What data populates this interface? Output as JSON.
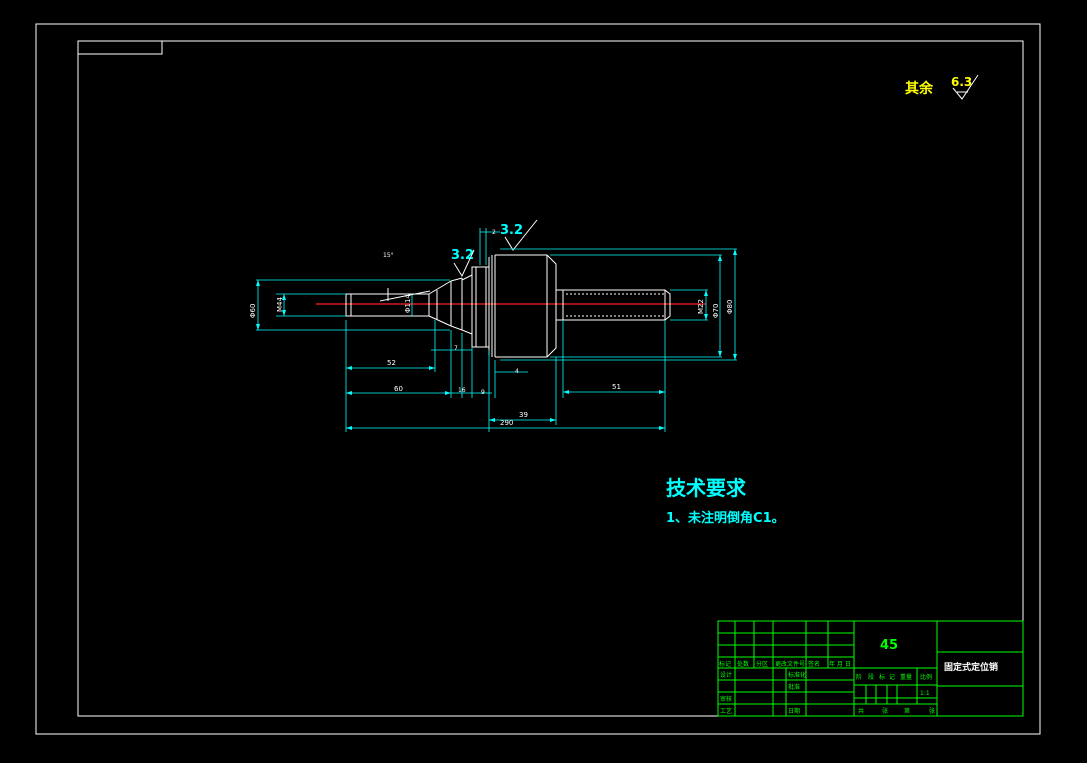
{
  "surface": {
    "label": "其余",
    "value": "6.3"
  },
  "roughness_marks": [
    "3.2",
    "3.2"
  ],
  "dimensions": {
    "angle": "15°",
    "d_left_outer": "Φ60",
    "d_left_inner": "M44",
    "d_cone": "Φ114",
    "d_right_small": "M22",
    "d_right_mid": "Φ70",
    "d_right_big": "Φ80",
    "top_gap": "2",
    "len_52": "52",
    "len_7": "7",
    "len_4": "4",
    "len_60": "60",
    "len_16": "16",
    "len_9": "9",
    "len_51": "51",
    "len_39": "39",
    "len_total": "290"
  },
  "tech": {
    "title": "技术要求",
    "item1": "1、未注明倒角C1。"
  },
  "title_block": {
    "material": "45",
    "part_name": "固定式定位销",
    "scale": "1:1",
    "header_cells": [
      "标记",
      "处数",
      "分区",
      "更改文件号",
      "签名",
      "年 月 日"
    ],
    "row_labels": [
      "设计",
      "审核",
      "工艺"
    ],
    "mid_labels": [
      "标准化",
      "批准",
      "日期"
    ],
    "stage_labels": [
      "阶",
      "段",
      "标",
      "记",
      "重量",
      "比例"
    ],
    "bottom_labels": [
      "共",
      "张",
      "第",
      "张"
    ]
  }
}
